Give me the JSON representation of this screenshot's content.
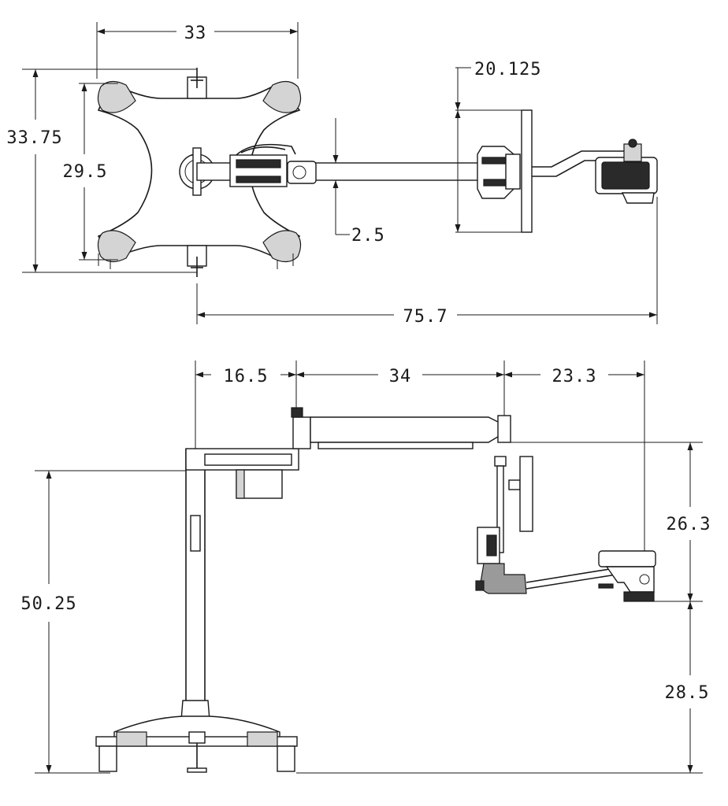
{
  "dimensions": {
    "top_width": "33",
    "top_height_outer": "33.75",
    "top_height_inner": "29.5",
    "monitor_width": "20.125",
    "arm_thickness": "2.5",
    "overall_reach": "75.7",
    "side_offset_1": "16.5",
    "side_arm_length": "34",
    "side_offset_2": "23.3",
    "pole_height": "50.25",
    "drop_height": "26.3",
    "tray_height": "28.5"
  }
}
